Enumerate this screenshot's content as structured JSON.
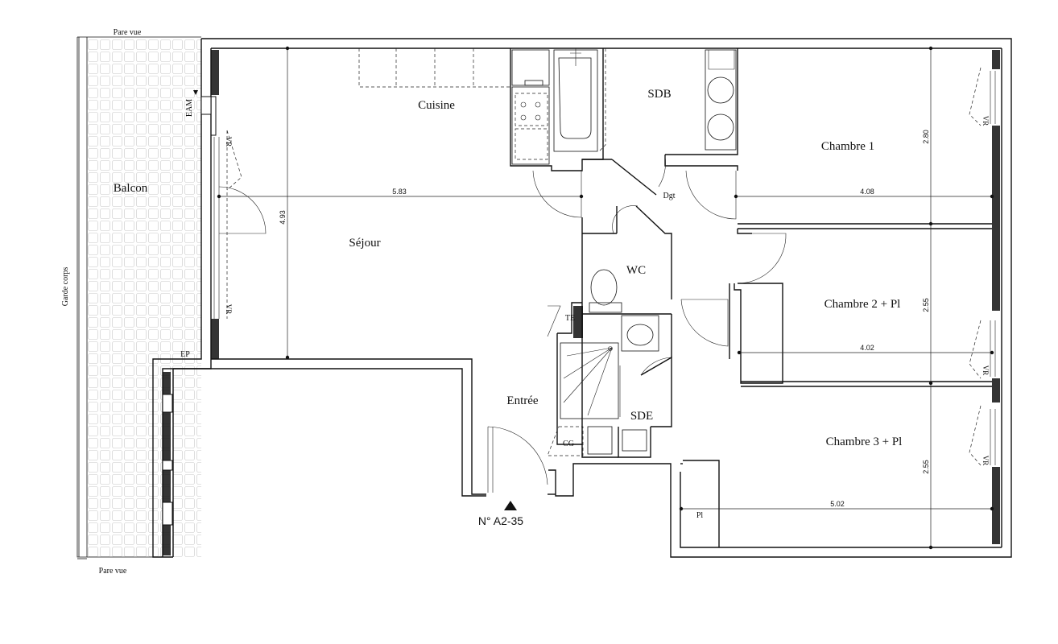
{
  "plan": {
    "unit_reference": "N° A2-35",
    "rooms": {
      "cuisine": "Cuisine",
      "sdb": "SDB",
      "chambre1": "Chambre 1",
      "balcon": "Balcon",
      "sejour": "Séjour",
      "dgt": "Dgt",
      "wc": "WC",
      "chambre2": "Chambre 2 + Pl",
      "te": "TE",
      "entree": "Entrée",
      "sde": "SDE",
      "cg": "CG",
      "chambre3": "Chambre 3 + Pl",
      "pl": "Pl"
    },
    "annotations": {
      "pare_vue_top": "Pare vue",
      "pare_vue_bottom": "Pare vue",
      "garde_corps": "Garde corps",
      "eam": "EAM",
      "ep": "EP",
      "vr_sejour_top": "VR",
      "vr_sejour_bottom": "VR",
      "vr_ch1": "VR",
      "vr_ch2": "VR",
      "vr_ch3": "VR"
    },
    "dimensions": {
      "sejour_width": "5.83",
      "sejour_depth": "4.93",
      "ch1_width": "4.08",
      "ch1_depth": "2.80",
      "ch2_width": "4.02",
      "ch2_depth": "2.55",
      "ch3_width": "5.02",
      "ch3_depth": "2.55"
    }
  }
}
